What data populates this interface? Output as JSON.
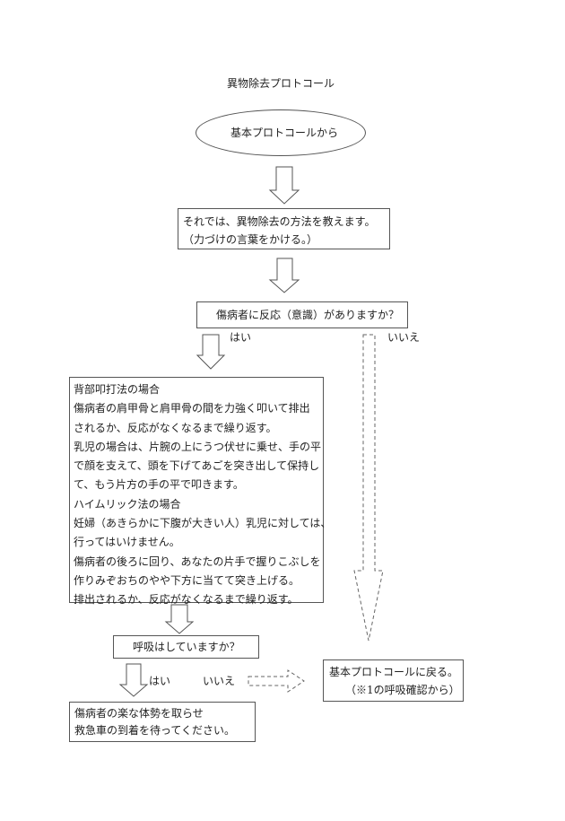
{
  "title": "異物除去プロトコール",
  "start": "基本プロトコールから",
  "instruction": {
    "line1": "それでは、異物除去の方法を教えます。",
    "line2": "（力づけの言葉をかける。）"
  },
  "question1": "傷病者に反応（意識）がありますか？",
  "labels": {
    "yes": "はい",
    "no": "いいえ"
  },
  "procedure": {
    "lines": [
      "背部叩打法の場合",
      "傷病者の肩甲骨と肩甲骨の間を力強く叩いて排出",
      "されるか、反応がなくなるまで繰り返す。",
      "乳児の場合は、片腕の上にうつ伏せに乗せ、手の平",
      "で顔を支えて、頭を下げてあごを突き出して保持し",
      "て、もう片方の手の平で叩きます。",
      "ハイムリック法の場合",
      "妊婦（あきらかに下腹が大きい人）乳児に対しては、",
      "行ってはいけません。",
      "傷病者の後ろに回り、あなたの片手で握りこぶしを",
      "作りみぞおちのやや下方に当てて突き上げる。",
      "排出されるか、反応がなくなるまで繰り返す。"
    ]
  },
  "question2": "呼吸はしていますか？",
  "result_yes": {
    "line1": "傷病者の楽な体勢を取らせ",
    "line2": "救急車の到着を待ってください。"
  },
  "result_no": {
    "line1": "基本プロトコールに戻る。",
    "line2": "（※1の呼吸確認から）"
  },
  "colors": {
    "stroke": "#555555",
    "text": "#222222",
    "background": "#ffffff"
  }
}
